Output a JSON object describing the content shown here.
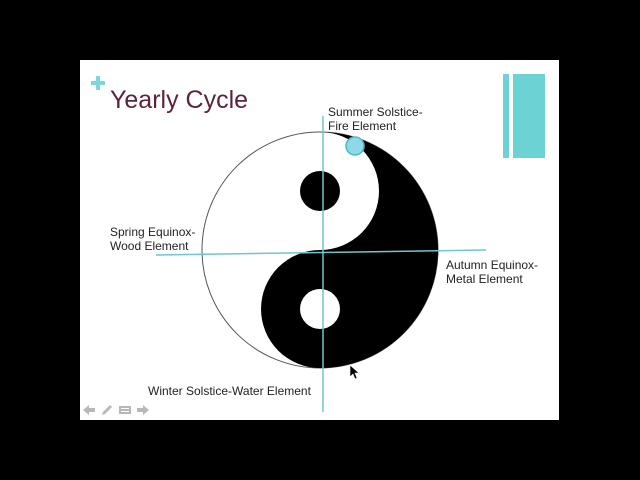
{
  "slide": {
    "title": "Yearly Cycle"
  },
  "labels": {
    "summer_line1": "Summer Solstice-",
    "summer_line2": "Fire Element",
    "spring_line1": "Spring Equinox-",
    "spring_line2": "Wood Element",
    "autumn_line1": "Autumn Equinox-",
    "autumn_line2": "Metal Element",
    "winter": "Winter Solstice-Water Element"
  },
  "colors": {
    "title": "#5a2340",
    "accent": "#6dd2d4",
    "line": "#6fc6cc"
  },
  "icons": {
    "bullet": "plus-icon",
    "prev": "arrow-left-icon",
    "pen": "pen-icon",
    "menu": "slide-menu-icon",
    "next": "arrow-right-icon"
  }
}
